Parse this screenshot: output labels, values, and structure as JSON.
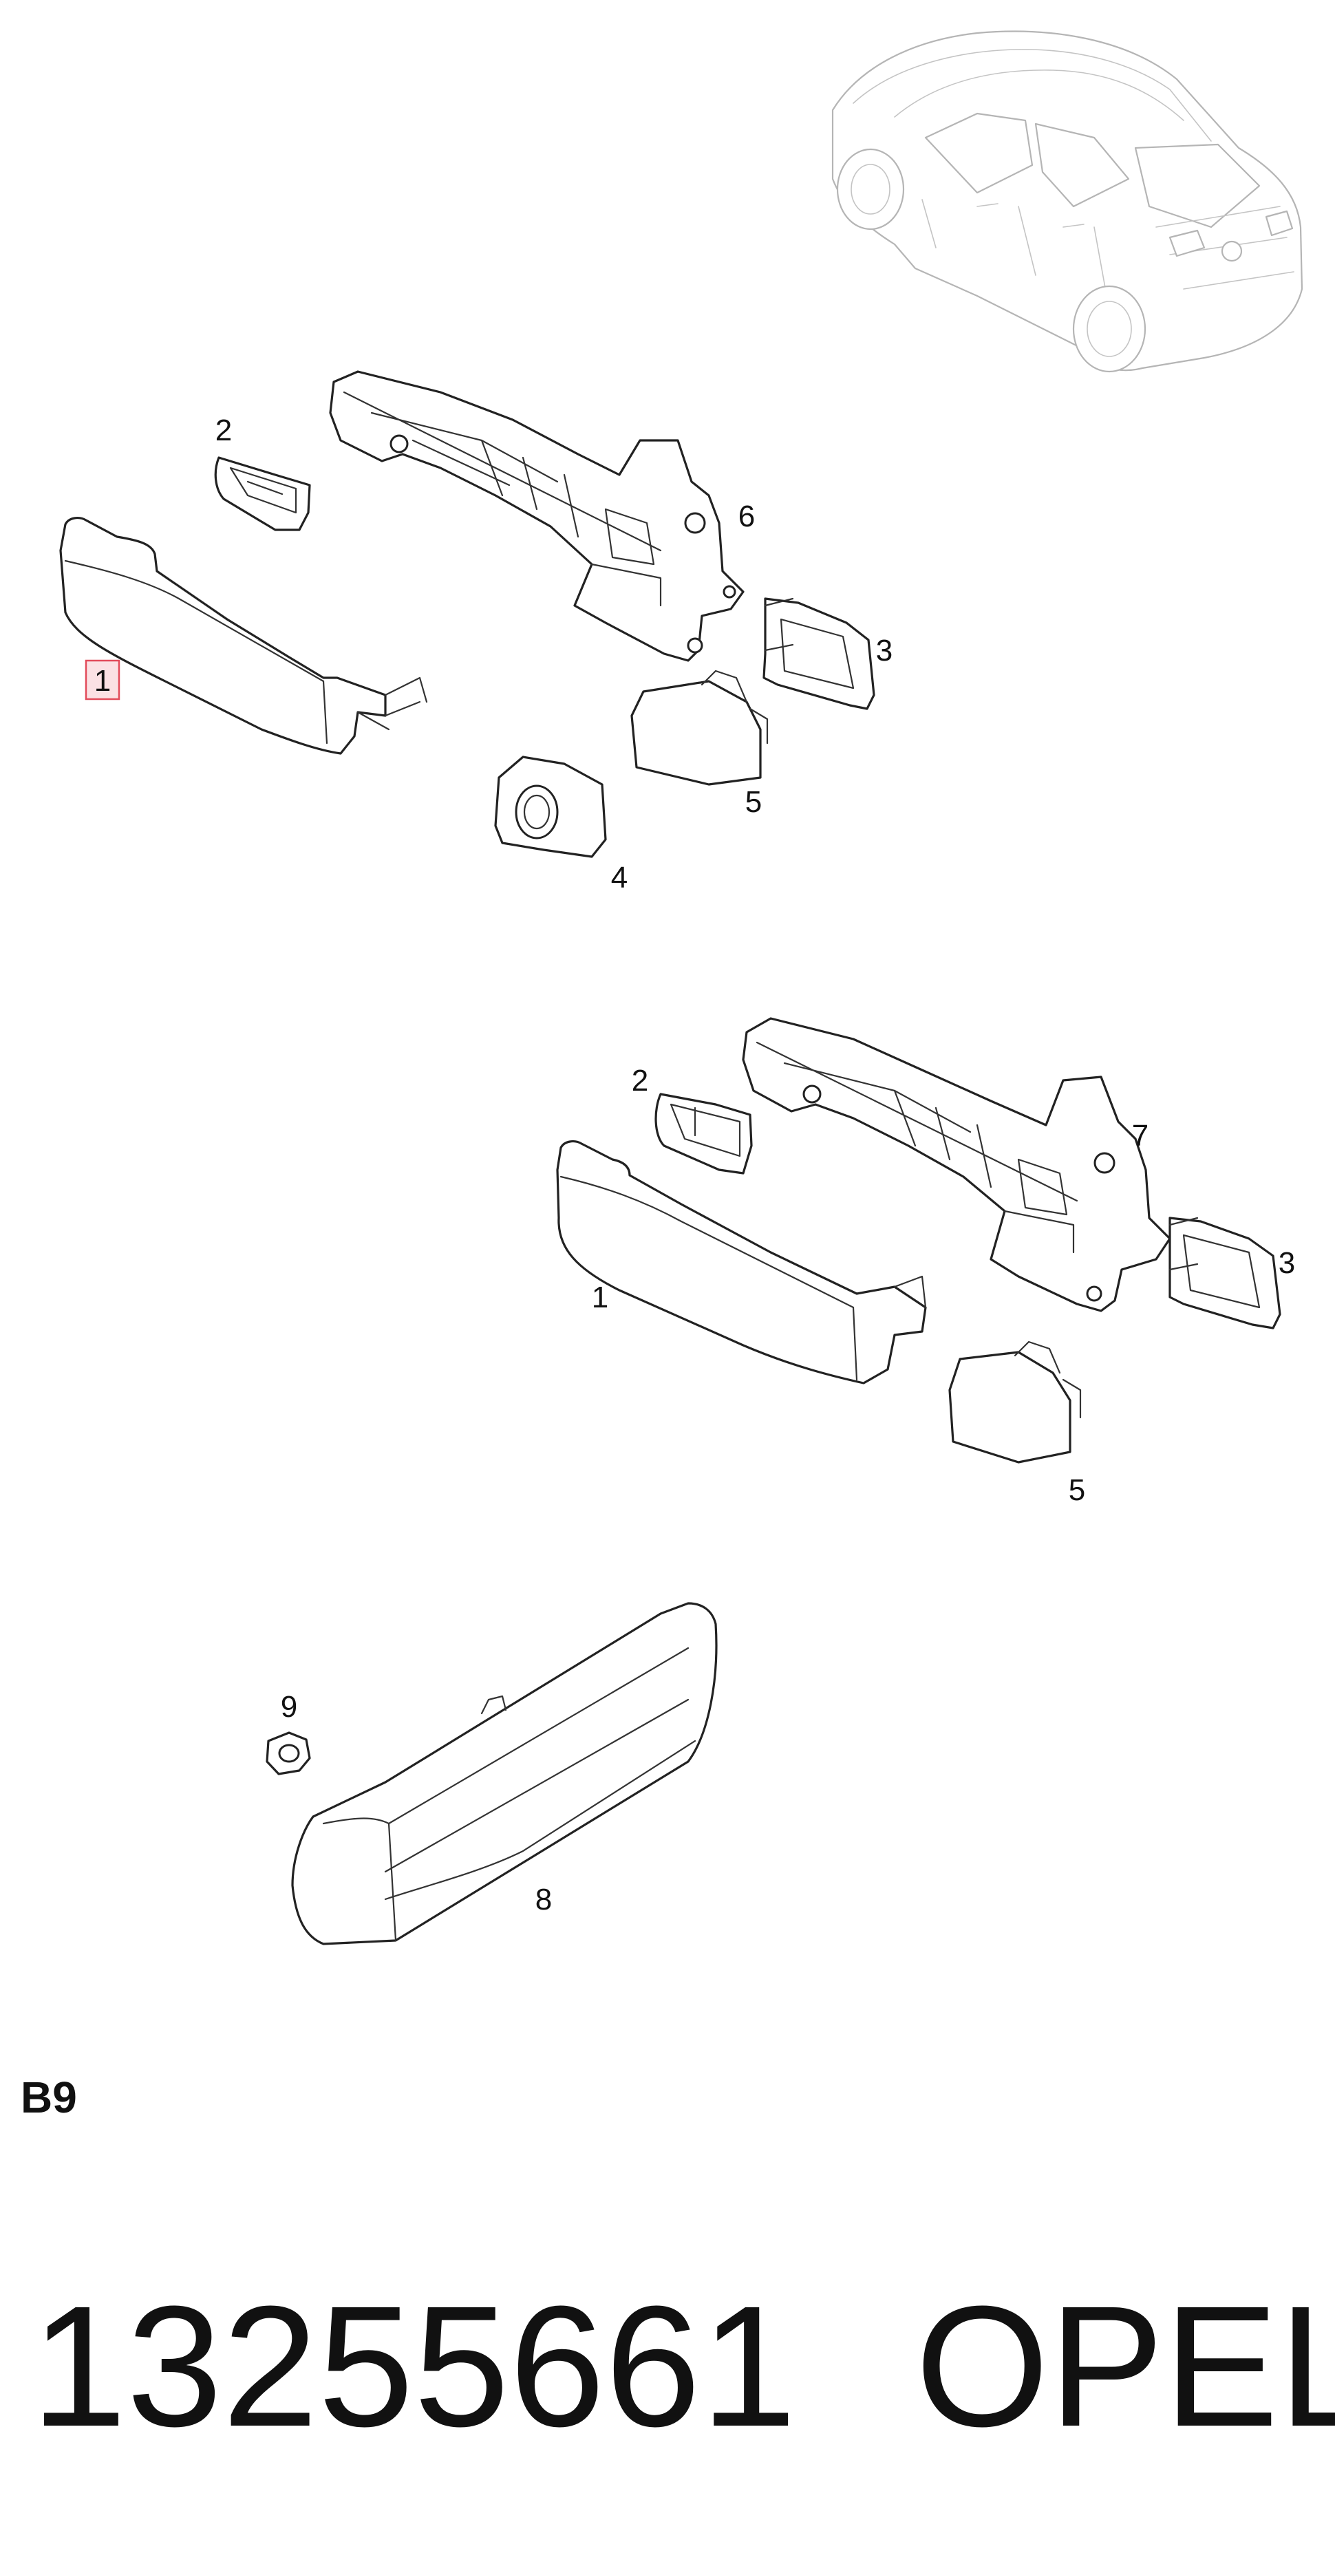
{
  "section": "B9",
  "part_number": "13255661",
  "brand": "OPEL",
  "callouts": {
    "upper": [
      "1",
      "2",
      "3",
      "4",
      "5",
      "6"
    ],
    "middle": [
      "1",
      "2",
      "3",
      "5",
      "7"
    ],
    "lower": [
      "8",
      "9"
    ]
  },
  "highlighted_callout": "1",
  "colors": {
    "line": "#222222",
    "car_outline": "#b5b5b5",
    "highlight_fill": "#fbe1e4",
    "highlight_stroke": "#e24b5a"
  }
}
